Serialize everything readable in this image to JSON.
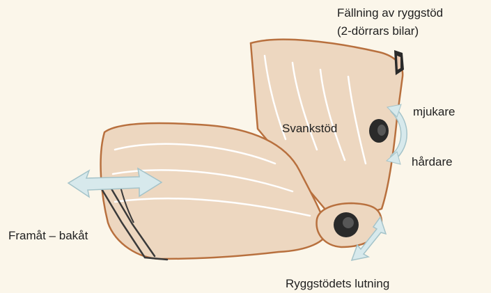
{
  "labels": {
    "fold_line1": "Fällning av ryggstöd",
    "fold_line2": "(2-dörrars bilar)",
    "lumbar": "Svankstöd",
    "softer": "mjukare",
    "harder": "hårdare",
    "fore_aft": "Framåt – bakåt",
    "recline": "Ryggstödets lutning"
  },
  "colors": {
    "paper": "#fbf6ea",
    "upholstery": "#edd7c0",
    "outline": "#b8703e",
    "arrow": "#d7e9ec",
    "knob": "#2a2a2a"
  },
  "icons": {
    "fold_release": "seat-fold-lever-icon",
    "lumbar_knob": "lumbar-knob-icon",
    "recline_knob": "recline-knob-icon",
    "fore_aft_arrow": "double-arrow-icon",
    "lumbar_arrow": "curved-double-arrow-icon",
    "recline_arrow": "double-arrow-icon"
  }
}
